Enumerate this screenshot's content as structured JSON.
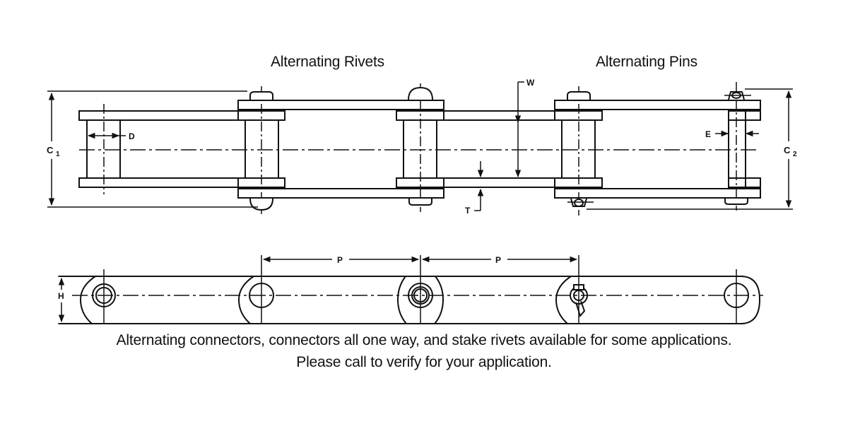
{
  "diagram": {
    "title": "Roller chain drawing with dimension callouts",
    "section_labels": {
      "left": "Alternating Rivets",
      "right": "Alternating Pins"
    },
    "dimension_labels": {
      "c1": "C",
      "c1_sub": "1",
      "c2": "C",
      "c2_sub": "2",
      "d": "D",
      "e": "E",
      "w": "W",
      "t": "T",
      "h": "H",
      "p1": "P",
      "p2": "P"
    },
    "views": [
      "top-view",
      "side-view"
    ],
    "caption_line1": "Alternating connectors, connectors all one way, and stake rivets available for some applications.",
    "caption_line2": "Please call to verify for your application.",
    "line_color": "#111111",
    "background": "#ffffff"
  }
}
